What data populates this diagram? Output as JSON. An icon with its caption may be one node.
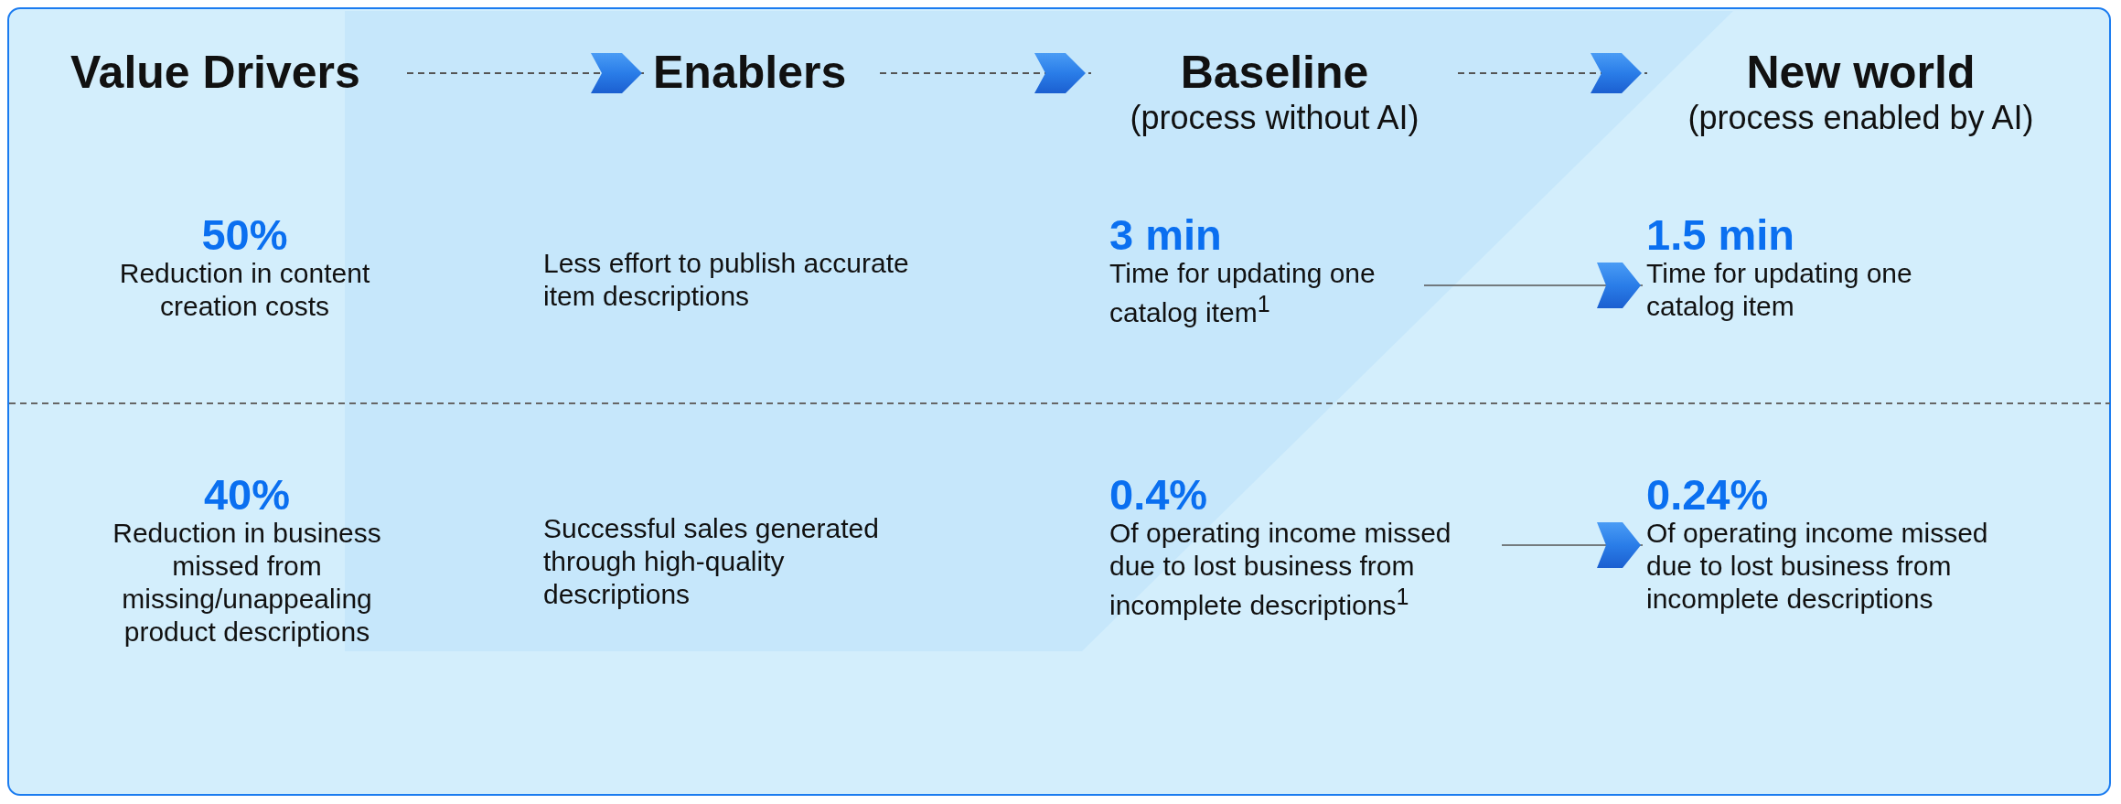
{
  "diagram": {
    "nodes": [
      {
        "text": [
          "Value Drivers"
        ]
      },
      {
        "text": [
          "Enablers"
        ]
      },
      {
        "text": [
          "Baseline",
          "(process without AI)"
        ]
      },
      {
        "text": [
          "New world",
          "(process enabled by AI)"
        ]
      },
      {
        "text": [
          "50%",
          "Reduction in content creation costs"
        ]
      },
      {
        "text": [
          "Less effort to publish accurate item descriptions"
        ]
      },
      {
        "text": [
          "3 min",
          "Time for updating one catalog item$^{1}$"
        ]
      },
      {
        "text": [
          "1.5 min",
          "Time for updating one catalog item"
        ]
      },
      {
        "text": [
          "40%",
          "Reduction in business missed from missing/unappealing product descriptions"
        ]
      },
      {
        "text": [
          "Successful sales generated through high-quality descriptions"
        ]
      },
      {
        "text": [
          "0.4%",
          "Of operating income missed due to lost business from incomplete descriptions$^{1}$"
        ]
      },
      {
        "text": [
          "0.24%",
          "Of operating income missed due to lost business from incomplete descriptions"
        ]
      }
    ],
    "edges": [
      {
        "from": 0,
        "to": 1,
        "arrow": "to",
        "style": "dashed"
      },
      {
        "from": 1,
        "to": 2,
        "arrow": "to",
        "style": "dashed"
      },
      {
        "from": 2,
        "to": 3,
        "arrow": "to",
        "style": "dashed"
      },
      {
        "from": 6,
        "to": 7,
        "arrow": "to"
      },
      {
        "from": 10,
        "to": 11,
        "arrow": "to"
      }
    ]
  }
}
